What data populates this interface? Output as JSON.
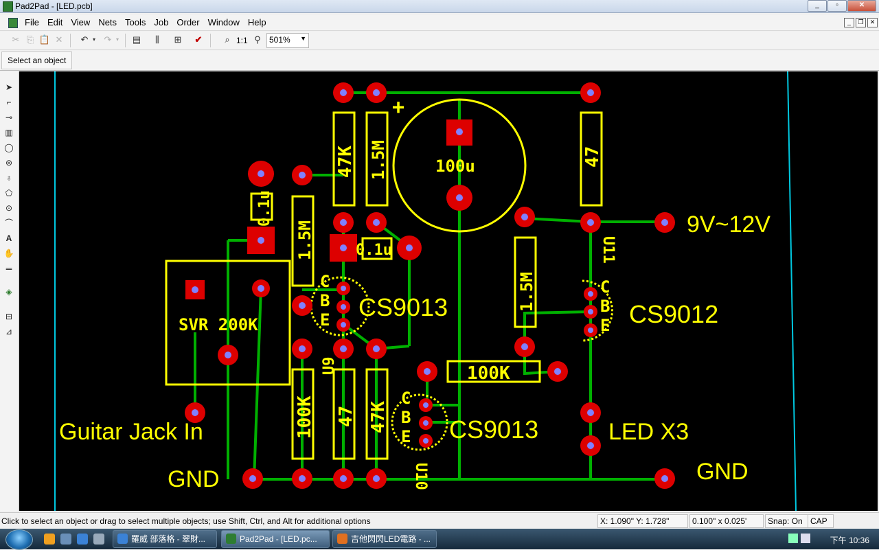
{
  "window": {
    "title": "Pad2Pad - [LED.pcb]"
  },
  "menu": {
    "items": [
      "File",
      "Edit",
      "View",
      "Nets",
      "Tools",
      "Job",
      "Order",
      "Window",
      "Help"
    ]
  },
  "toolbar": {
    "zoom_1to1": "1:1",
    "zoom_value": "501%"
  },
  "hint": {
    "text": "Select an object"
  },
  "pcb": {
    "labels": {
      "r1": "47K",
      "r2": "1.5M",
      "cap_100u": "100u",
      "plus": "+",
      "r3": "47",
      "power": "9V~12V",
      "cap1": "0.1u",
      "r4": "1.5M",
      "cap2": "0.1u",
      "u11": "U11",
      "svr": "SVR 200K",
      "cs9013_a": "CS9013",
      "r5": "1.5M",
      "cs9012": "CS9012",
      "u9": "U9",
      "r6": "100K",
      "guitar": "Guitar Jack In",
      "r7": "100K",
      "r8": "47",
      "r9": "47K",
      "cs9013_b": "CS9013",
      "led": "LED X3",
      "gnd_left": "GND",
      "gnd_right": "GND",
      "u10": "U10",
      "c": "C",
      "b": "B",
      "e": "E"
    },
    "colors": {
      "silk": "#ffff00",
      "trace": "#00b000",
      "pad": "#dd0000",
      "drill": "#8080ff",
      "edge": "#00c8e0",
      "background": "#000000"
    }
  },
  "status": {
    "message": "Click to select an object or drag to select multiple objects; use Shift, Ctrl, and Alt for additional options",
    "coords": "X: 1.090\"  Y: 1.728\"",
    "grid": "0.100\" x 0.025'",
    "snap": "Snap: On",
    "cap": "CAP"
  },
  "taskbar": {
    "buttons": [
      "羅威 部落格 - 翠財...",
      "Pad2Pad - [LED.pc...",
      "吉他閃閃LED電路 - ..."
    ],
    "clock": "下午 10:36"
  }
}
